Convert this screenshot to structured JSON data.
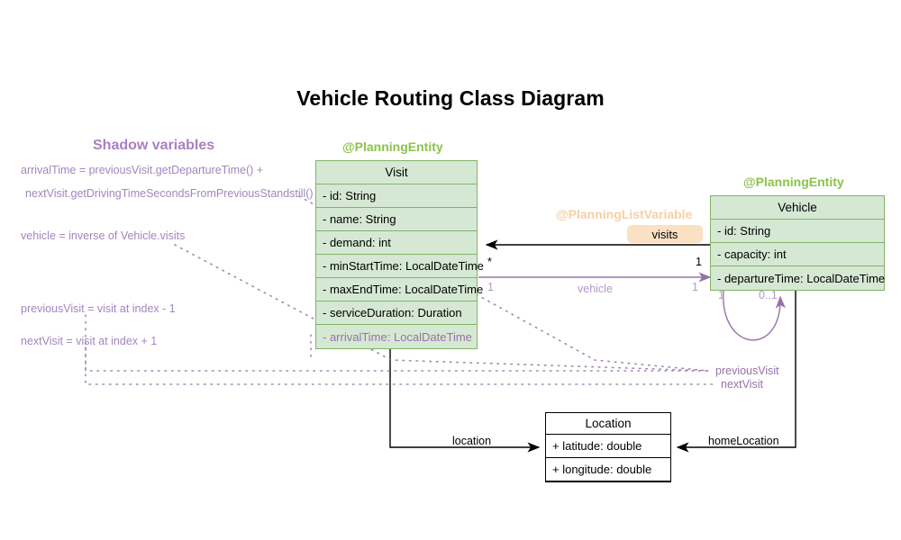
{
  "title": "Vehicle Routing Class Diagram",
  "colors": {
    "entity_fill": "#d5e8d4",
    "entity_border": "#82b366",
    "stereotype_green": "#8bc34a",
    "stereotype_orange": "#f8cfa6",
    "shadow_purple": "#9673a6",
    "badge_fill": "#fbe0c4",
    "plain_border": "#000000"
  },
  "classes": {
    "visit": {
      "stereotype": "@PlanningEntity",
      "name": "Visit",
      "attributes": [
        "- id: String",
        "- name: String",
        "- demand: int",
        "- minStartTime: LocalDateTime",
        "- maxEndTime: LocalDateTime",
        "- serviceDuration: Duration",
        "- arrivalTime: LocalDateTime"
      ]
    },
    "vehicle": {
      "stereotype": "@PlanningEntity",
      "name": "Vehicle",
      "attributes": [
        "- id: String",
        "- capacity: int",
        "- departureTime: LocalDateTime"
      ]
    },
    "location": {
      "name": "Location",
      "attributes": [
        "+ latitude: double",
        "+ longitude: double"
      ]
    }
  },
  "annotations": {
    "planning_list_variable": "@PlanningListVariable",
    "visits_badge": "visits"
  },
  "edges": {
    "visits": {
      "label": "visits",
      "source_multiplicity": "*",
      "target_multiplicity": "1"
    },
    "vehicle": {
      "label": "vehicle",
      "source_multiplicity": "1",
      "target_multiplicity": "1"
    },
    "location": {
      "label": "location"
    },
    "home_location": {
      "label": "homeLocation"
    },
    "self_loop": {
      "source_multiplicity": "1",
      "target_multiplicity": "0..1"
    },
    "previous_visit": {
      "label": "previousVisit"
    },
    "next_visit": {
      "label": "nextVisit"
    }
  },
  "shadow_variables": {
    "title": "Shadow variables",
    "lines": [
      "arrivalTime = previousVisit.getDepartureTime() +",
      "nextVisit.getDrivingTimeSecondsFromPreviousStandstill()",
      "vehicle = inverse of Vehicle.visits",
      "previousVisit = visit at index - 1",
      "nextVisit = visit at index + 1"
    ]
  }
}
